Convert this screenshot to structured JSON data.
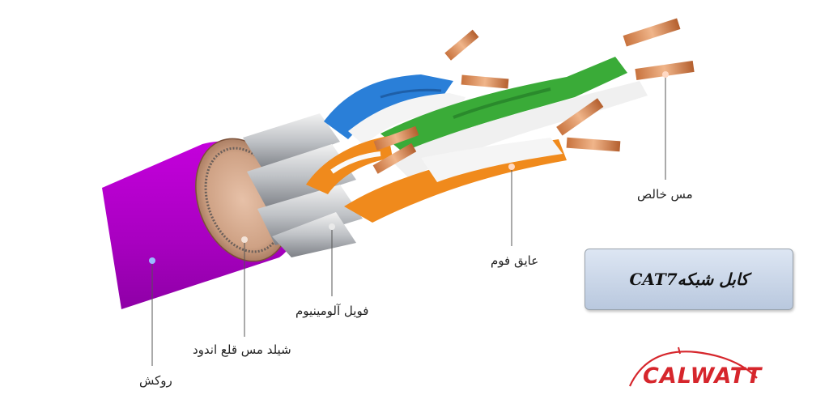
{
  "title": "کابل شبکهCAT7",
  "brand": "CALWATT",
  "labels": {
    "pure_copper": "مس خالص",
    "foam_insulation": "عایق فوم",
    "aluminum_foil": "فویل آلومینیوم",
    "tinned_copper_shield": "شیلد مس قلع اندود",
    "jacket": "روکش"
  },
  "colors": {
    "jacket": "#b300c9",
    "blue": "#2a7fd8",
    "green": "#3aab38",
    "orange": "#f08a1c",
    "brand_red": "#d6262c"
  }
}
